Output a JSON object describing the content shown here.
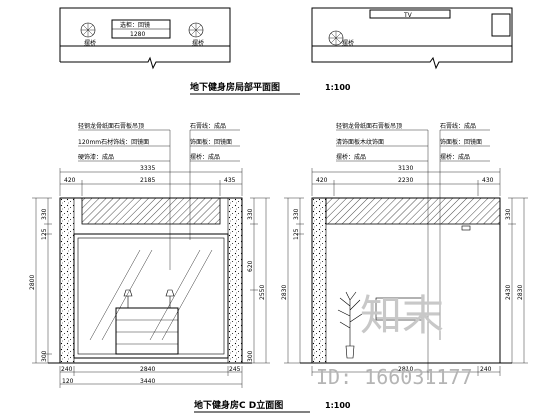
{
  "plan": {
    "title": "地下健身房局部平面图",
    "scale": "1:100",
    "left_labels": {
      "cabinet": "选柜：回镜",
      "width": "1280",
      "plant_left": "摆桥",
      "plant_right": "摆桥"
    },
    "right_labels": {
      "tv": "TV",
      "plant": "摆桥"
    }
  },
  "elevation": {
    "title": "地下健身房C D立面图",
    "scale": "1:100",
    "left_notes": [
      "轻钢龙骨纸面石膏板吊顶",
      "120mm石材饰线：回镜面",
      "硬饰漆：成品"
    ],
    "left_right_notes": [
      "石膏线：成品",
      "饰面板：回镜面",
      "摆桥：成品"
    ],
    "right_notes": [
      "轻钢龙骨纸面石膏板吊顶",
      "清饰面板木纹饰面",
      "摆桥：成品"
    ],
    "right_right_notes": [
      "石膏线：成品",
      "饰面板：回镜面",
      "摆桥：成品"
    ],
    "left_dims": {
      "top_total": "3335",
      "top_mid": "2185",
      "top_left": "420",
      "top_right": "435",
      "bottom_mid": "2840",
      "bottom_left": "240",
      "bottom_right": "245",
      "bottom_total": "3440",
      "bottom_small": "120",
      "left_v_total": "2800",
      "left_v_a": "330",
      "left_v_b": "125",
      "left_v_c": "300",
      "right_v_total": "2550",
      "right_v_a": "330",
      "right_v_b": "620",
      "right_v_c": "300"
    },
    "right_dims": {
      "top_total": "3130",
      "top_mid": "2230",
      "top_left": "420",
      "top_right": "430",
      "bottom_total": "2810",
      "bottom_right": "240",
      "left_v_total": "2830",
      "left_v_a": "330",
      "left_v_b": "125",
      "right_v_total": "2830",
      "right_v_a": "330",
      "right_v_b": "2430"
    }
  },
  "watermark": {
    "brand": "知末",
    "id": "ID: 166031177"
  }
}
